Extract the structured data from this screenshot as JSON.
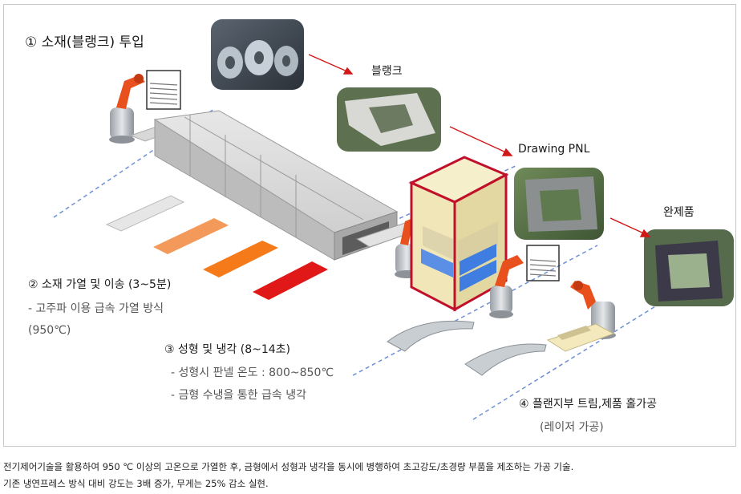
{
  "steps": {
    "s1": {
      "title": "① 소재(블랭크) 투입"
    },
    "s2": {
      "title": "② 소재 가열 및 이송 (3~5분)",
      "line1": "- 고주파 이용 급속 가열 방식",
      "line2": "(950℃)"
    },
    "s3": {
      "title": "③ 성형 및 냉각 (8~14초)",
      "line1": "- 성형시 판넬 온도 : 800~850℃",
      "line2": "- 금형 수냉을 통한 급속 냉각"
    },
    "s4": {
      "title": "④ 플랜지부 트림,제품 홀가공",
      "line1": "(레이저 가공)"
    }
  },
  "photo_labels": {
    "blank": "블랭크",
    "drawing": "Drawing PNL",
    "finished": "완제품"
  },
  "caption": {
    "line1": "전기제어기술을 활용하여 950 ℃ 이상의 고온으로 가열한 후, 금형에서 성형과 냉각을 동시에 병행하여 초고강도/초경량 부품을 제조하는 가공 기술.",
    "line2": "기존 냉연프레스 방식 대비 강도는 3배 증가, 무게는 25% 감소 실현."
  },
  "colors": {
    "robot": "#e8501e",
    "press_body": "#f6efcc",
    "press_glow": "#c0102a",
    "arrow": "#d01818",
    "dashed": "#6d8fd6"
  }
}
